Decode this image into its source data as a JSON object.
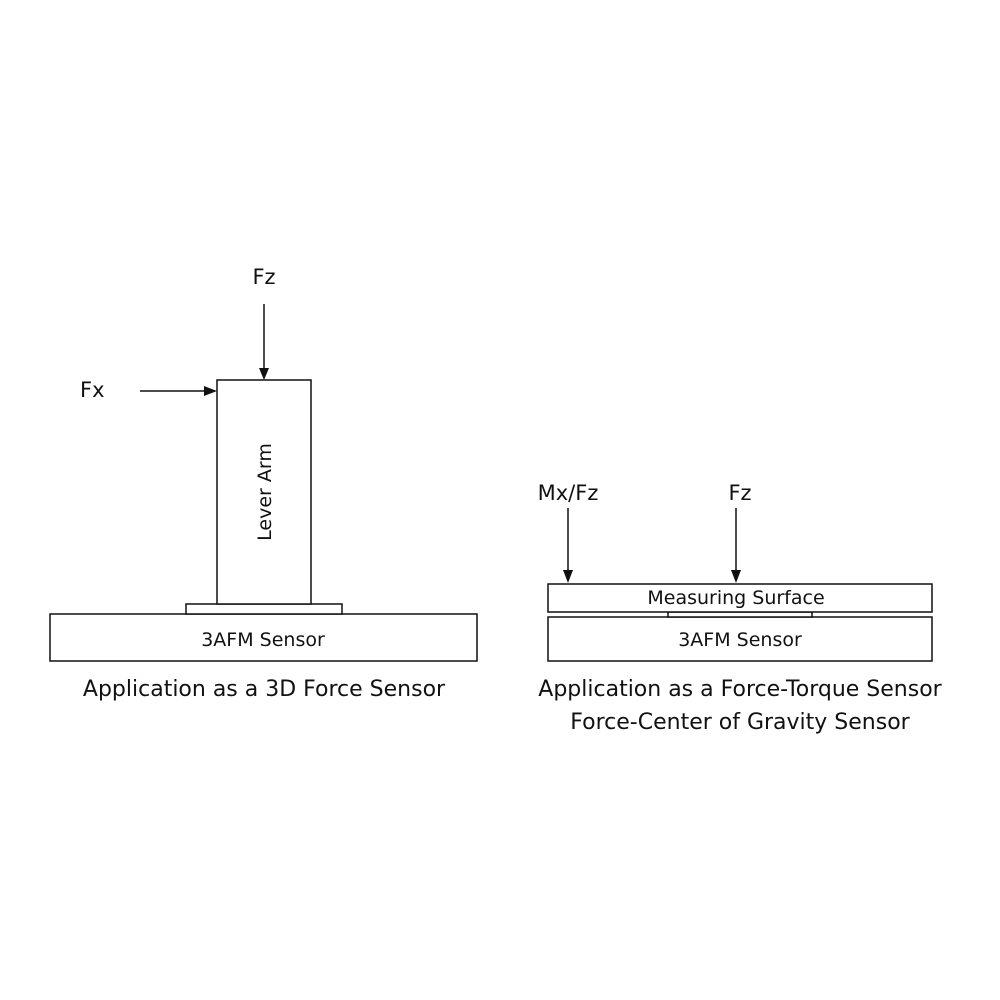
{
  "left_panel": {
    "force_z": "Fz",
    "force_x": "Fx",
    "lever_arm": "Lever Arm",
    "sensor": "3AFM Sensor",
    "caption": "Application as a 3D Force Sensor"
  },
  "right_panel": {
    "force_mx_fz": "Mx/Fz",
    "force_z": "Fz",
    "measuring_surface": "Measuring Surface",
    "sensor": "3AFM Sensor",
    "caption_line1": "Application as a Force-Torque Sensor",
    "caption_line2": "Force-Center of Gravity Sensor"
  }
}
